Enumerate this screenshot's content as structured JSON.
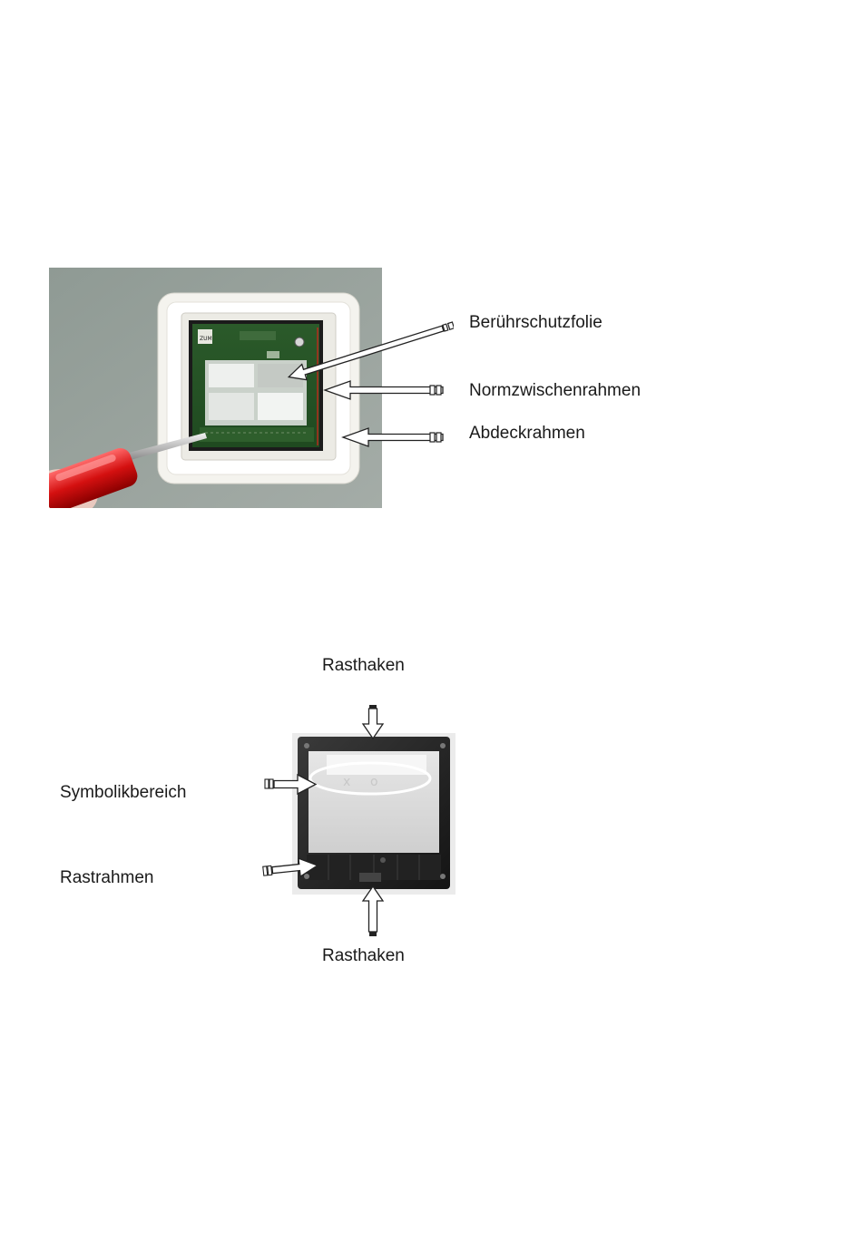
{
  "figure1": {
    "labels": {
      "film": "Berührschutzfolie",
      "norm_frame": "Normzwischenrahmen",
      "cover_frame": "Abdeckrahmen"
    },
    "device_marking": "ZUM"
  },
  "figure2": {
    "labels": {
      "hook_top": "Rasthaken",
      "symbol_area": "Symbolikbereich",
      "snap_frame": "Rastrahmen",
      "hook_bottom": "Rasthaken"
    },
    "symbols": [
      "x",
      "o"
    ]
  }
}
